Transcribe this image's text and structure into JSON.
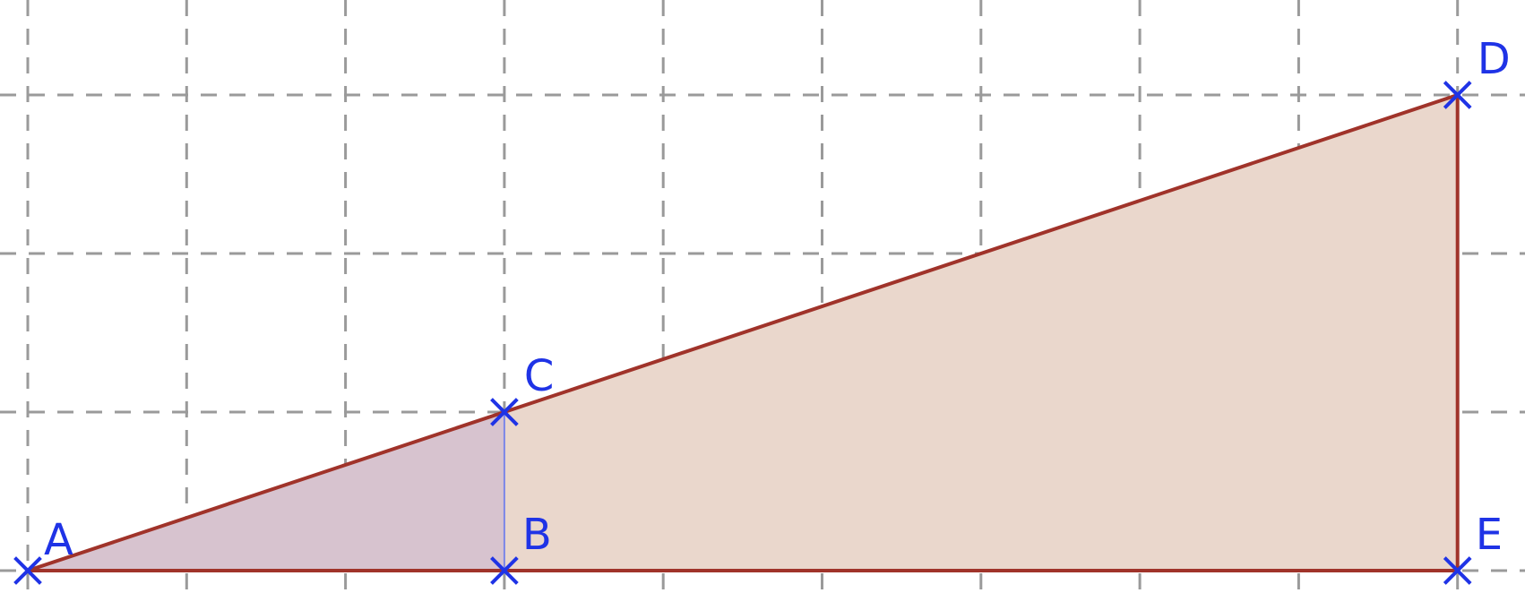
{
  "figure": {
    "grid": true,
    "points": [
      {
        "id": "A",
        "label": "A",
        "x": 0,
        "y": 0
      },
      {
        "id": "B",
        "label": "B",
        "x": 3,
        "y": 0
      },
      {
        "id": "C",
        "label": "C",
        "x": 3,
        "y": 1
      },
      {
        "id": "D",
        "label": "D",
        "x": 9,
        "y": 3
      },
      {
        "id": "E",
        "label": "E",
        "x": 9,
        "y": 0
      }
    ],
    "polygons": [
      {
        "id": "big-triangle",
        "vertices": [
          "A",
          "E",
          "D"
        ],
        "fill": "#ead7cc",
        "stroke": "#a0332a"
      },
      {
        "id": "small-triangle",
        "vertices": [
          "A",
          "B",
          "C"
        ],
        "fill": "#d7c3cf",
        "stroke": "#a0332a"
      }
    ],
    "segments": [
      {
        "id": "segment-ae",
        "from": "A",
        "to": "E",
        "color": "#a0332a"
      },
      {
        "id": "segment-ed",
        "from": "E",
        "to": "D",
        "color": "#a0332a"
      },
      {
        "id": "segment-ad",
        "from": "A",
        "to": "D",
        "color": "#a0332a"
      },
      {
        "id": "segment-bc",
        "from": "B",
        "to": "C",
        "color": "#7a86e8"
      }
    ],
    "colors": {
      "point": "#1f33e6",
      "label": "#1f33e6",
      "grid": "#9a9a9a"
    }
  }
}
